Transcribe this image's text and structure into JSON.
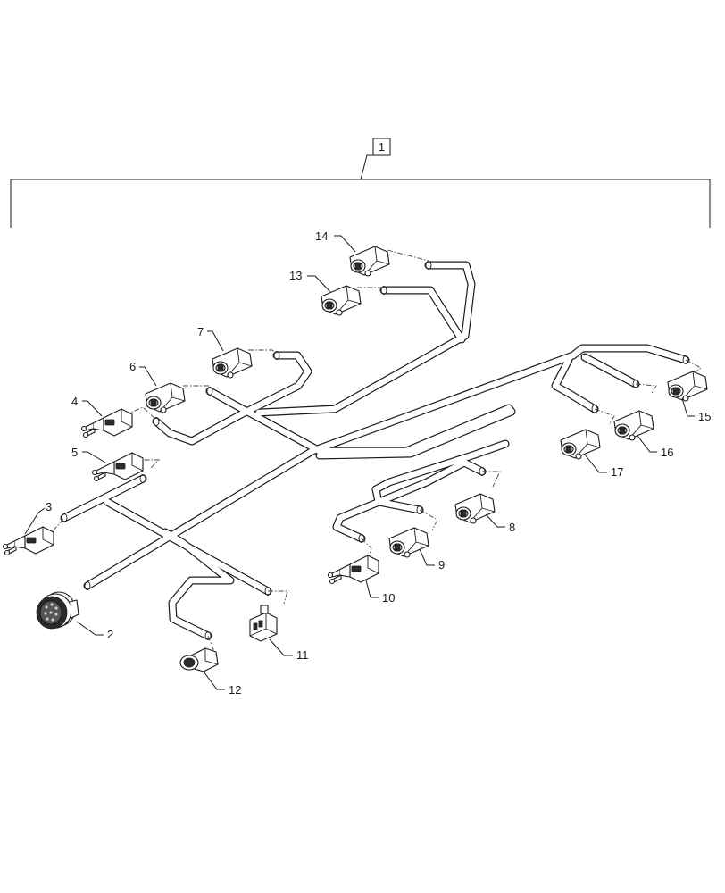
{
  "diagram": {
    "assembly_callout": "1",
    "callouts": [
      "2",
      "3",
      "4",
      "5",
      "6",
      "7",
      "8",
      "9",
      "10",
      "11",
      "12",
      "13",
      "14",
      "15",
      "16",
      "17"
    ]
  }
}
